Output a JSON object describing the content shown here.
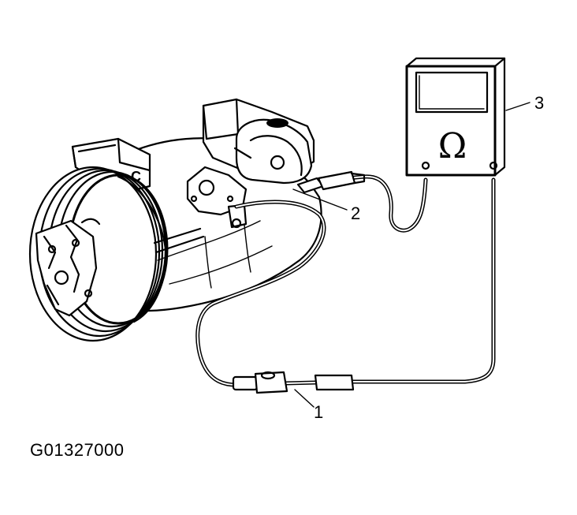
{
  "figure": {
    "id_label": "G01327000",
    "meter_symbol": "Ω",
    "callouts": [
      {
        "number": "1"
      },
      {
        "number": "2"
      },
      {
        "number": "3"
      }
    ]
  },
  "components": {
    "compressor": {
      "icon": "ac-compressor-icon"
    },
    "connector": {
      "icon": "wire-connector-icon"
    },
    "ohmmeter": {
      "icon": "ohmmeter-icon"
    }
  },
  "colors": {
    "ink": "#000000",
    "paper": "#ffffff"
  }
}
